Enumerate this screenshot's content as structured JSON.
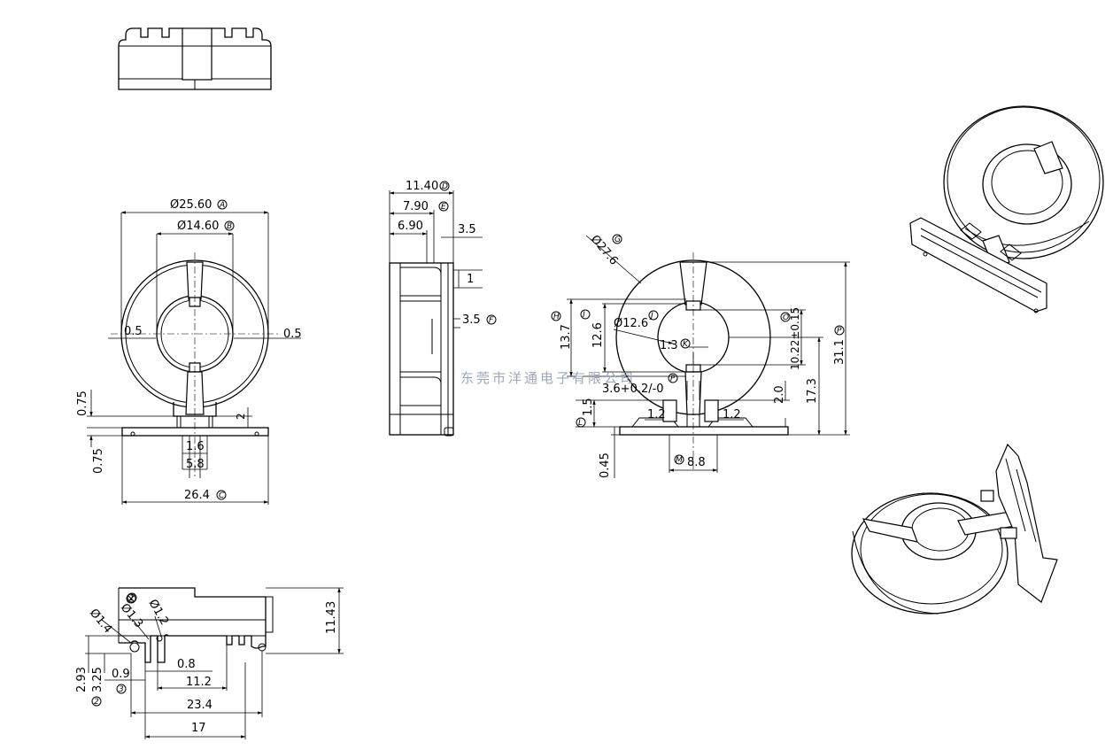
{
  "watermark": "东莞市洋通电子有限公司",
  "front_view": {
    "outer_dia": "Ø25.60",
    "outer_dia_ref": "A",
    "inner_dia": "Ø14.60",
    "inner_dia_ref": "B",
    "wall_left": "0.5",
    "wall_right": "0.5",
    "upper_075": "0.75",
    "lower_075": "0.75",
    "gap_2": "2",
    "pin_16": "1.6",
    "pin_58": "5.8",
    "base_width": "26.4",
    "base_width_ref": "C"
  },
  "side_view": {
    "depth": "11.40",
    "depth_ref": "D",
    "d790": "7.90",
    "d790_ref": "E",
    "d690": "6.90",
    "d35a": "3.5",
    "d1": "1",
    "d35b": "3.5",
    "d35b_ref": "F"
  },
  "section_view": {
    "outer_dia": "Ø27.6",
    "outer_dia_ref": "G",
    "h137": "13.7",
    "h137_ref": "H",
    "h126": "12.6",
    "h126_ref": "I",
    "inner_dia": "Ø12.6",
    "inner_dia_ref": "J",
    "slot": "1.3",
    "slot_ref": "K",
    "slot_h": "10.22±0.15",
    "slot_h_ref": "O",
    "height_total": "31.1",
    "height_total_ref": "P",
    "h173": "17.3",
    "h20": "2.0",
    "w36": "3.6+0.2/-0",
    "w36_ref": "P",
    "foot_left": "1.2",
    "foot_right": "1.2",
    "h15": "1.5",
    "h15_ref": "L",
    "h045": "0.45",
    "pitch": "8.8",
    "pitch_ref": "M"
  },
  "bottom_view": {
    "d14": "Ø1.4",
    "d14_ref": "2",
    "d13": "Ø1.3",
    "d13_ref": "3",
    "d12": "Ø1.2",
    "d12_ref": "1",
    "height": "11.43",
    "d293": "2.93",
    "d325": "3.25",
    "d09": "0.9",
    "d08": "0.8",
    "d112": "11.2",
    "d234": "23.4",
    "d17": "17"
  }
}
